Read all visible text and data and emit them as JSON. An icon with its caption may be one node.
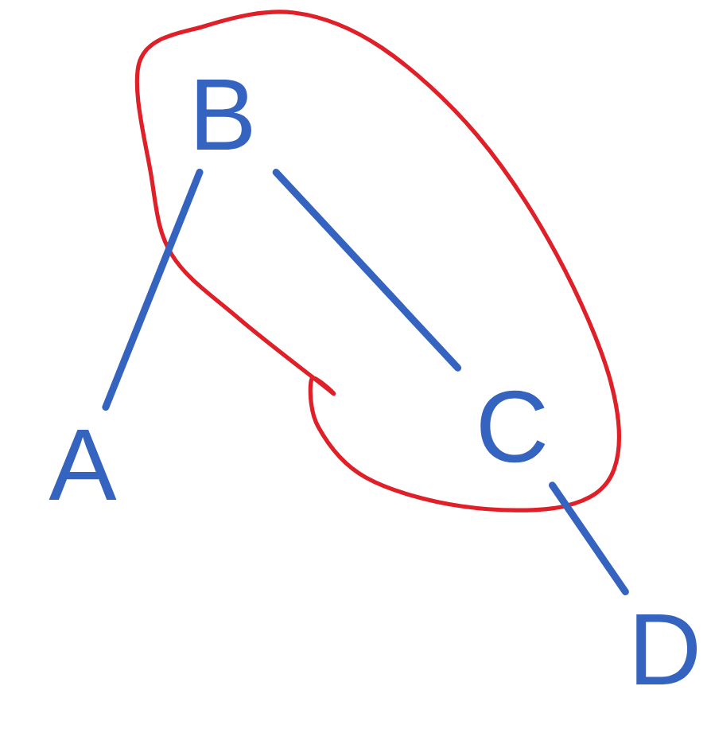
{
  "diagram": {
    "nodes": [
      {
        "text": [
          "B"
        ]
      },
      {
        "text": [
          "A"
        ]
      },
      {
        "text": [
          "C"
        ]
      },
      {
        "text": [
          "D"
        ]
      }
    ],
    "edges": [
      {
        "from": 0,
        "to": 1,
        "arrow": "none"
      },
      {
        "from": 0,
        "to": 2,
        "arrow": "none"
      },
      {
        "from": 2,
        "to": 3,
        "arrow": "none"
      }
    ]
  }
}
